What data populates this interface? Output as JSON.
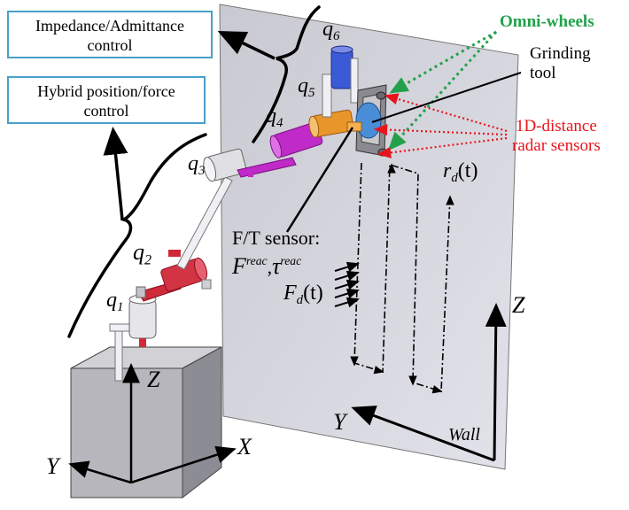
{
  "boxes": {
    "impedance": {
      "line1": "Impedance/Admittance",
      "line2": "control"
    },
    "hybrid": {
      "line1": "Hybrid position/force",
      "line2": "control"
    }
  },
  "joints": {
    "q1": {
      "base": "q",
      "sub": "1"
    },
    "q2": {
      "base": "q",
      "sub": "2"
    },
    "q3": {
      "base": "q",
      "sub": "3"
    },
    "q4": {
      "base": "q",
      "sub": "4"
    },
    "q5": {
      "base": "q",
      "sub": "5"
    },
    "q6": {
      "base": "q",
      "sub": "6"
    }
  },
  "callouts": {
    "omni_wheels": "Omni-wheels",
    "grinding_line1": "Grinding",
    "grinding_line2": "tool",
    "radar_line1": "1D-distance",
    "radar_line2": "radar sensors"
  },
  "ft_sensor": {
    "title": "F/T sensor:",
    "force": "F",
    "force_sup": "reac",
    "comma": ",",
    "torque": "τ",
    "torque_sup": "reac"
  },
  "desired_force": {
    "base": "F",
    "sub": "d",
    "arg": "(t)"
  },
  "desired_traj": {
    "base": "r",
    "sub": "d",
    "arg": "(t)"
  },
  "axes": {
    "base_z": "Z",
    "base_x": "X",
    "base_y": "Y",
    "wall_z": "Z",
    "wall_y": "Y",
    "wall_name": "Wall"
  },
  "colors": {
    "box_border": "#4aa0c8",
    "omni_green": "#22a14a",
    "radar_red": "#e8141c",
    "link_magenta": "#c02ac8",
    "link_red": "#d02a3a",
    "motor_orange": "#e8962a",
    "motor_blue": "#3a5ad8",
    "wall_gray": "#d4d4dc"
  }
}
